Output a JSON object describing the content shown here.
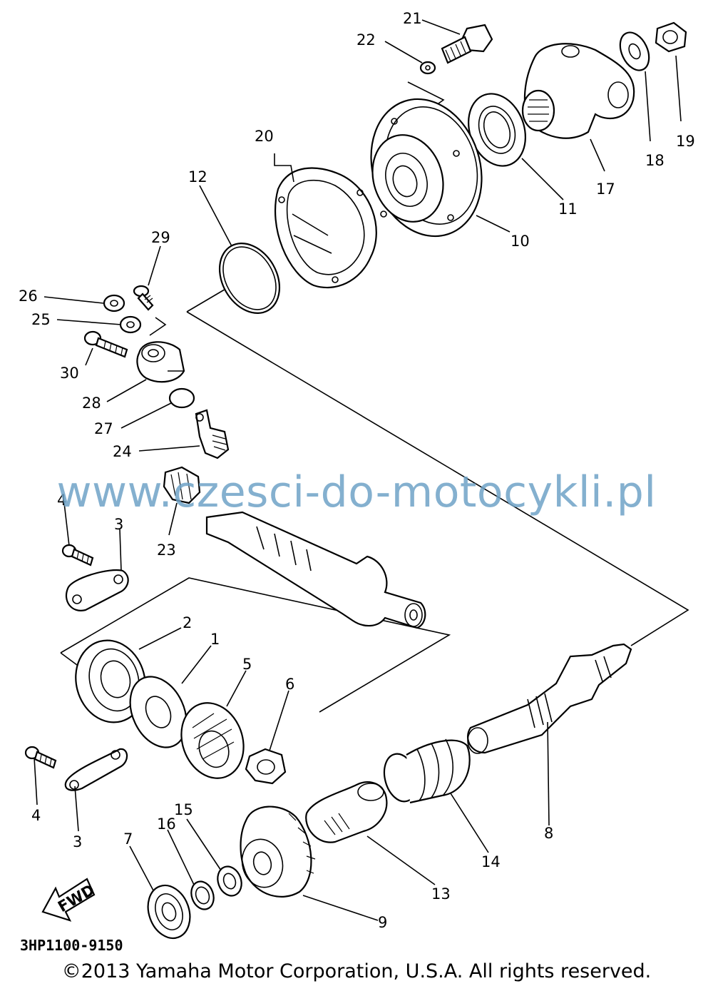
{
  "callouts": {
    "n1": "1",
    "n2": "2",
    "n3a": "3",
    "n3b": "3",
    "n4a": "4",
    "n4b": "4",
    "n5": "5",
    "n6": "6",
    "n7": "7",
    "n8": "8",
    "n9": "9",
    "n10": "10",
    "n11": "11",
    "n12": "12",
    "n13": "13",
    "n14": "14",
    "n15": "15",
    "n16": "16",
    "n17": "17",
    "n18": "18",
    "n19": "19",
    "n20": "20",
    "n21": "21",
    "n22": "22",
    "n23": "23",
    "n24": "24",
    "n25": "25",
    "n26": "26",
    "n27": "27",
    "n28": "28",
    "n29": "29",
    "n30": "30"
  },
  "fwd_label": "FWD",
  "watermark": "www.czesci-do-motocykli.pl",
  "diagram_code": "3HP1100-9150",
  "copyright": "©2013 Yamaha Motor Corporation, U.S.A. All rights reserved."
}
